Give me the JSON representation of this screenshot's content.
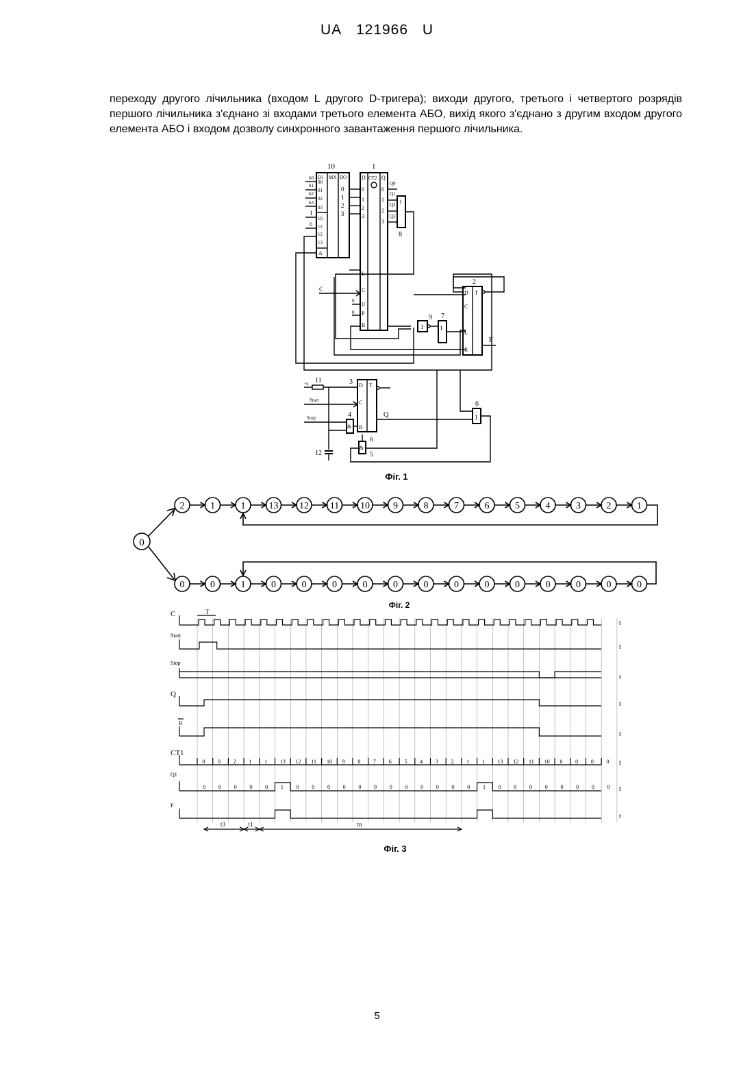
{
  "header": {
    "country": "UA",
    "number": "121966",
    "kind": "U"
  },
  "paragraph": "переходу другого лічильника (входом L другого D-тригера); виходи другого, третього і четвертого розрядів першого лічильника з'єднано зі входами третього елемента АБО, вихід якого з'єднано з другим входом другого елемента АБО і входом дозволу синхронного завантаження першого лічильника.",
  "fig1": {
    "caption": "Фіг. 1",
    "mux": {
      "number": "10",
      "head_left": "D1",
      "head_mid": "MX",
      "head_right": "DO",
      "inputs": [
        "00",
        "01",
        "02",
        "03",
        "10",
        "11",
        "12",
        "13"
      ],
      "outputs": [
        "0",
        "1",
        "2",
        "3"
      ],
      "addr": "A",
      "left_labels": [
        "b0",
        "b1",
        "b2",
        "b3",
        "1",
        "0"
      ]
    },
    "counter": {
      "number": "1",
      "head_left": "D",
      "head_mid": "CT2",
      "head_right": "Q",
      "d_inputs": [
        "0",
        "1",
        "2",
        "3"
      ],
      "q_outputs": [
        "0",
        "1",
        "2",
        "3"
      ],
      "out_labels": [
        "Q0",
        "Q1",
        "Q2",
        "Q3"
      ],
      "pins": [
        "L",
        "C",
        "U",
        "P",
        "R"
      ],
      "pin_p_level": "0",
      "pin_u_level": "0"
    },
    "or8": {
      "number": "8",
      "sym": "1"
    },
    "or9": {
      "number": "9",
      "sym": "1"
    },
    "or7": {
      "number": "7",
      "sym": "1"
    },
    "trig2": {
      "number": "2",
      "pins": [
        "D",
        "T",
        "C",
        "L",
        "R"
      ],
      "output": "F"
    },
    "clock_label": "C",
    "trig3": {
      "number": "3",
      "pins": [
        "D",
        "T",
        "C",
        "R"
      ],
      "output": "Q"
    },
    "and4": {
      "number": "4",
      "sym": "&"
    },
    "or6": {
      "number": "6",
      "sym": "1"
    },
    "el5": {
      "number": "5",
      "sym": "&",
      "label": "R"
    },
    "res11": {
      "number": "11",
      "supply": "+6"
    },
    "cap12": {
      "number": "12"
    },
    "start": "Start",
    "stop": "Stop"
  },
  "fig2": {
    "caption": "Фіг. 2",
    "start_state": "0",
    "top_row": [
      "2",
      "1",
      "1",
      "13",
      "12",
      "11",
      "10",
      "9",
      "8",
      "7",
      "6",
      "5",
      "4",
      "3",
      "2",
      "1"
    ],
    "bottom_row": [
      "0",
      "0",
      "1",
      "0",
      "0",
      "0",
      "0",
      "0",
      "0",
      "0",
      "0",
      "0",
      "0",
      "0",
      "0",
      "0"
    ]
  },
  "fig3": {
    "caption": "Фіг. 3",
    "signals": [
      "C",
      "Start",
      "Stop",
      "Q",
      "R",
      "CT1",
      "Q1",
      "F"
    ],
    "axis_label": "t",
    "period_label": "T",
    "ct1_values": [
      "0",
      "0",
      "2",
      "1",
      "1",
      "13",
      "12",
      "11",
      "10",
      "9",
      "8",
      "7",
      "6",
      "5",
      "4",
      "3",
      "2",
      "1",
      "1",
      "13",
      "12",
      "11",
      "10",
      "0",
      "0",
      "0",
      "0"
    ],
    "q1_values": [
      "0",
      "0",
      "0",
      "0",
      "0",
      "1",
      "0",
      "0",
      "0",
      "0",
      "0",
      "0",
      "0",
      "0",
      "0",
      "0",
      "0",
      "0",
      "1",
      "0",
      "0",
      "0",
      "0",
      "0",
      "0",
      "0",
      "0"
    ],
    "intervals": [
      "t3",
      "t1",
      "tn"
    ]
  },
  "page_number": "5"
}
